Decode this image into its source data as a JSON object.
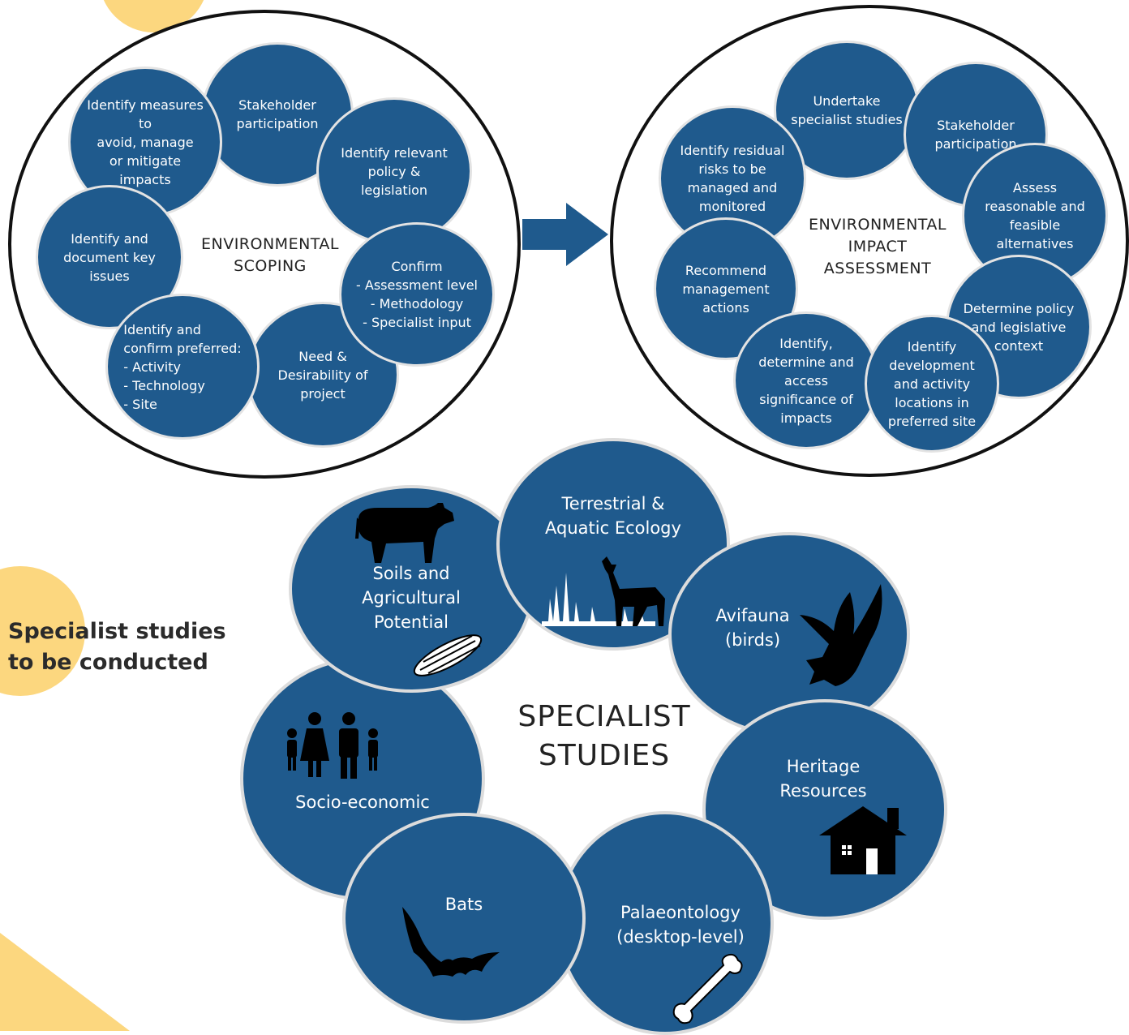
{
  "colors": {
    "bubble": "#1f5a8d",
    "accent_yellow": "#fcd77f",
    "ring": "#111111",
    "text_dark": "#222222"
  },
  "scoping": {
    "title": "ENVIRONMENTAL\nSCOPING",
    "items": [
      "Stakeholder\nparticipation",
      "Identify relevant\npolicy &\nlegislation",
      "Confirm\n- Assessment level\n- Methodology\n- Specialist input",
      "Need &\nDesirability of\nproject",
      "Identify and\nconfirm preferred:\n- Activity\n- Technology\n- Site",
      "Identify and\ndocument key\nissues",
      "Identify measures to\navoid, manage\nor mitigate\nimpacts"
    ]
  },
  "eia": {
    "title": "ENVIRONMENTAL\nIMPACT\nASSESSMENT",
    "items": [
      "Undertake\nspecialist studies",
      "Stakeholder\nparticipation",
      "Assess\nreasonable and\nfeasible\nalternatives",
      "Determine policy\nand legislative\ncontext",
      "Identify\ndevelopment\nand activity\nlocations in\npreferred site",
      "Identify,\ndetermine and\naccess\nsignificance of\nimpacts",
      "Recommend\nmanagement\nactions",
      "Identify residual\nrisks to be\nmanaged and\nmonitored"
    ]
  },
  "specialist": {
    "heading": "Specialist studies\nto be conducted",
    "title": "SPECIALIST\nSTUDIES",
    "items": [
      {
        "label": "Terrestrial &\nAquatic Ecology",
        "icon": "deer-icon"
      },
      {
        "label": "Avifauna\n(birds)",
        "icon": "eagle-icon"
      },
      {
        "label": "Heritage\nResources",
        "icon": "house-icon"
      },
      {
        "label": "Palaeontology\n(desktop-level)",
        "icon": "bone-icon"
      },
      {
        "label": "Bats",
        "icon": "bat-icon"
      },
      {
        "label": "Socio-economic",
        "icon": "family-icon"
      },
      {
        "label": "Soils and\nAgricultural\nPotential",
        "icon": "cow-icon"
      }
    ]
  }
}
